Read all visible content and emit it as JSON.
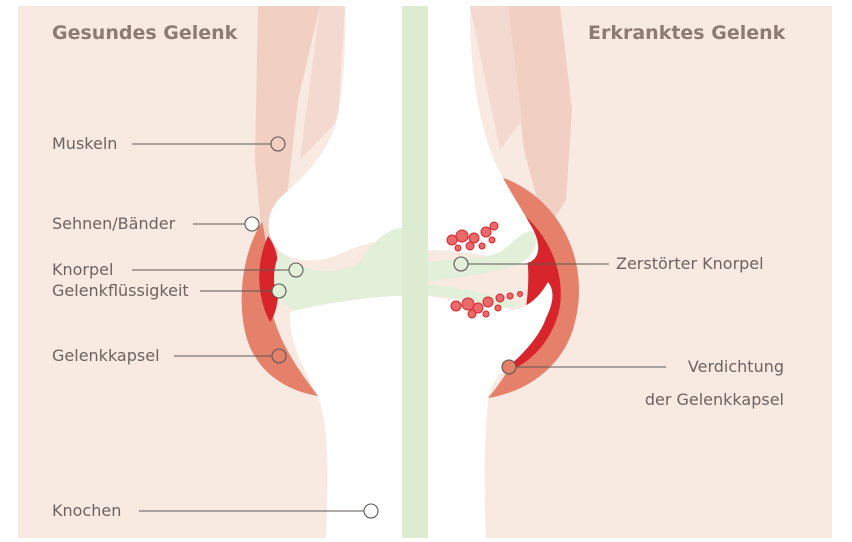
{
  "headings": {
    "left": "Gesundes Gelenk",
    "right": "Erkranktes Gelenk"
  },
  "labels": {
    "muskeln": "Muskeln",
    "sehnen": "Sehnen/Bänder",
    "knorpel": "Knorpel",
    "fluessigkeit": "Gelenkflüssigkeit",
    "kapsel": "Gelenkkapsel",
    "knochen": "Knochen",
    "zerstoerter_knorpel": "Zerstörter Knorpel",
    "verdichtung_line1": "Verdichtung",
    "verdichtung_line2": "der Gelenkkapsel"
  },
  "colors": {
    "background": "#f8e9e1",
    "muscle": "#f1cfc3",
    "capsule": "#e5806a",
    "inflamed": "#d8242b",
    "cartilage": "#e2efd9",
    "divider": "#dcebd2",
    "bone": "#ffffff",
    "text": "#6b6461",
    "heading": "#8c7b73"
  }
}
